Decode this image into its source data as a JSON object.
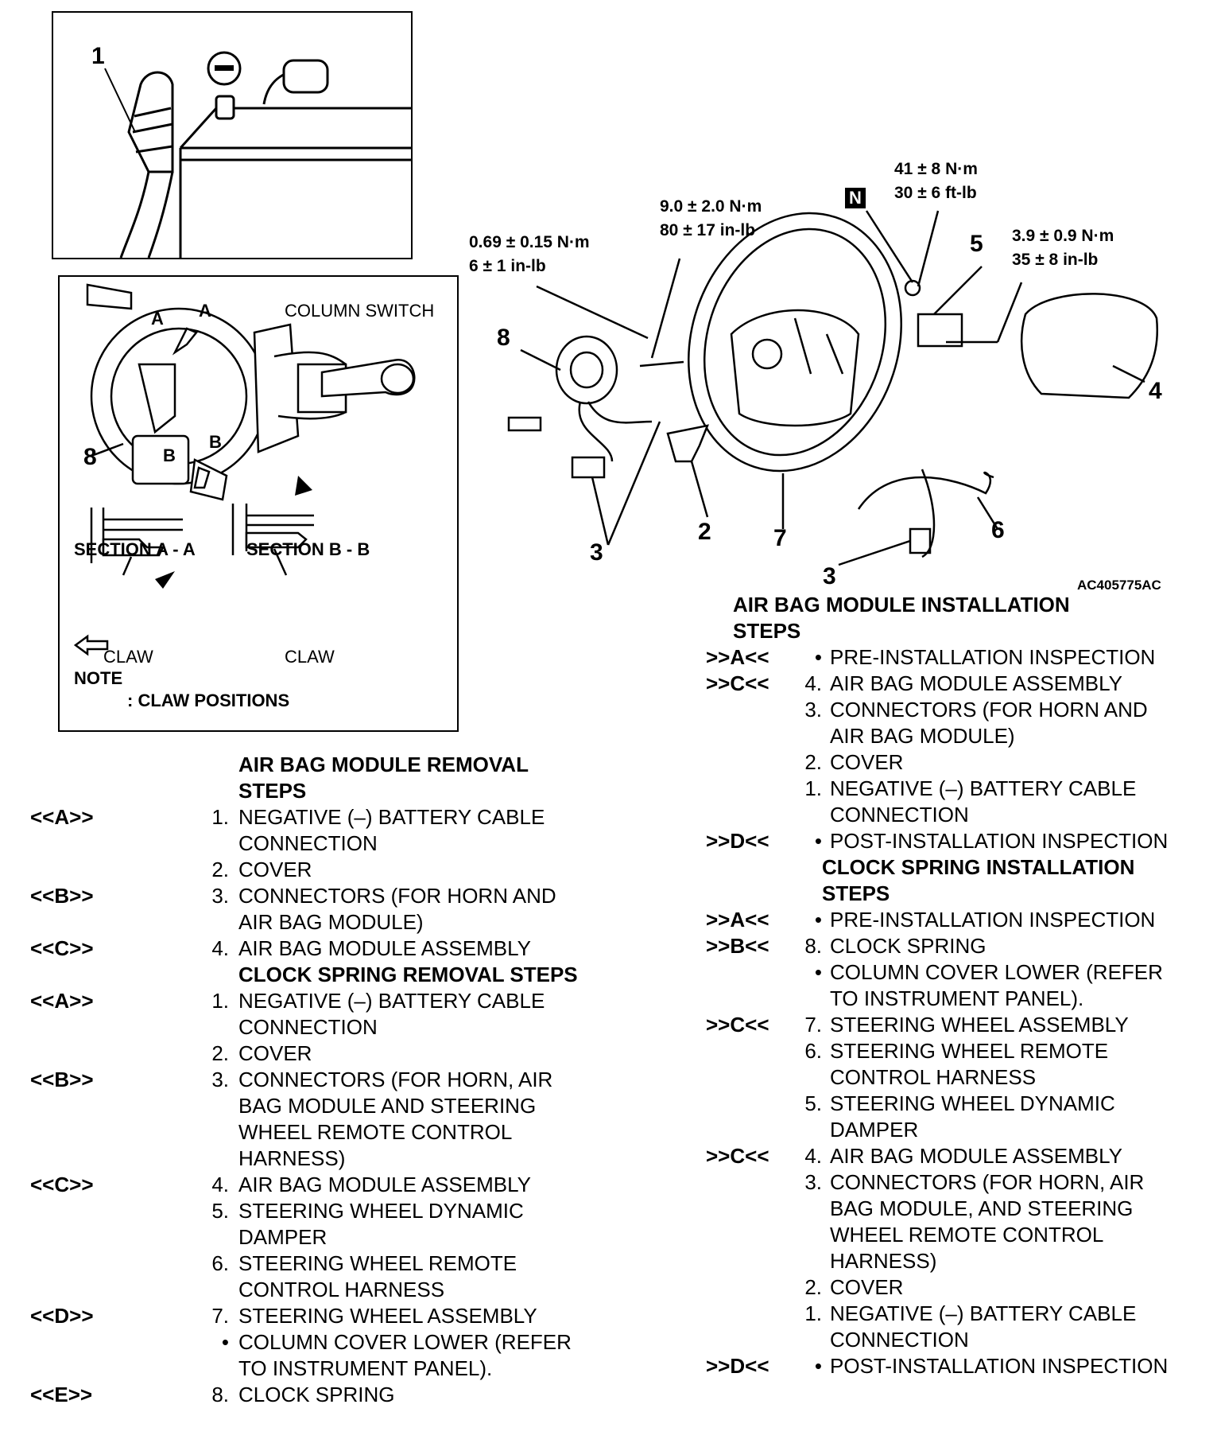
{
  "battery_panel": {
    "callout_1": "1",
    "minus_symbol": "−"
  },
  "switch_panel": {
    "column_switch_label": "COLUMN SWITCH",
    "marker_a1": "A",
    "marker_a2": "A",
    "marker_b1": "B",
    "marker_b2": "B",
    "callout_8": "8",
    "section_aa": "SECTION A - A",
    "section_bb": "SECTION B - B",
    "claw_1": "CLAW",
    "claw_2": "CLAW",
    "note": "NOTE",
    "claw_positions": ": CLAW POSITIONS"
  },
  "main_diagram": {
    "torques": {
      "t1": [
        "0.69 ± 0.15 N·m",
        "6 ± 1 in-lb"
      ],
      "t2": [
        "9.0 ± 2.0 N·m",
        "80 ± 17 in-lb"
      ],
      "t3": [
        "41 ± 8 N·m",
        "30 ± 6 ft-lb"
      ],
      "t4": [
        "3.9 ± 0.9 N·m",
        "35 ± 8 in-lb"
      ]
    },
    "n_badge": "N",
    "callouts": {
      "c8": "8",
      "c5": "5",
      "c4": "4",
      "c3a": "3",
      "c2": "2",
      "c7": "7",
      "c6": "6",
      "c3b": "3"
    },
    "figure_id": "AC405775AC"
  },
  "removal": {
    "air_bag": {
      "title_1": "AIR BAG MODULE REMOVAL",
      "title_2": "STEPS",
      "rows": [
        {
          "code": "<<A>>",
          "n": "1.",
          "t": "NEGATIVE (–) BATTERY CABLE"
        },
        {
          "code": "",
          "n": "",
          "t": "CONNECTION"
        },
        {
          "code": "",
          "n": "2.",
          "t": "COVER"
        },
        {
          "code": "<<B>>",
          "n": "3.",
          "t": "CONNECTORS (FOR HORN AND"
        },
        {
          "code": "",
          "n": "",
          "t": "AIR BAG MODULE)"
        },
        {
          "code": "<<C>>",
          "n": "4.",
          "t": "AIR BAG MODULE ASSEMBLY"
        }
      ]
    },
    "clock_spring": {
      "title": "CLOCK SPRING REMOVAL STEPS",
      "rows": [
        {
          "code": "<<A>>",
          "n": "1.",
          "t": "NEGATIVE (–) BATTERY CABLE"
        },
        {
          "code": "",
          "n": "",
          "t": "CONNECTION"
        },
        {
          "code": "",
          "n": "2.",
          "t": "COVER"
        },
        {
          "code": "<<B>>",
          "n": "3.",
          "t": "CONNECTORS (FOR HORN, AIR"
        },
        {
          "code": "",
          "n": "",
          "t": "BAG MODULE AND STEERING"
        },
        {
          "code": "",
          "n": "",
          "t": "WHEEL REMOTE CONTROL"
        },
        {
          "code": "",
          "n": "",
          "t": "HARNESS)"
        },
        {
          "code": "<<C>>",
          "n": "4.",
          "t": "AIR BAG MODULE ASSEMBLY"
        },
        {
          "code": "",
          "n": "5.",
          "t": "STEERING WHEEL DYNAMIC"
        },
        {
          "code": "",
          "n": "",
          "t": "DAMPER"
        },
        {
          "code": "",
          "n": "6.",
          "t": "STEERING WHEEL REMOTE"
        },
        {
          "code": "",
          "n": "",
          "t": "CONTROL HARNESS"
        },
        {
          "code": "<<D>>",
          "n": "7.",
          "t": "STEERING WHEEL ASSEMBLY"
        },
        {
          "code": "",
          "n": "•",
          "t": "COLUMN COVER LOWER (REFER"
        },
        {
          "code": "",
          "n": "",
          "t": "TO INSTRUMENT PANEL)."
        },
        {
          "code": "<<E>>",
          "n": "8.",
          "t": "CLOCK SPRING"
        }
      ]
    }
  },
  "installation": {
    "air_bag": {
      "title_1": "AIR BAG MODULE INSTALLATION",
      "title_2": "STEPS",
      "rows": [
        {
          "code": ">>A<<",
          "n": "•",
          "t": "PRE-INSTALLATION INSPECTION"
        },
        {
          "code": ">>C<<",
          "n": "4.",
          "t": "AIR BAG MODULE ASSEMBLY"
        },
        {
          "code": "",
          "n": "3.",
          "t": "CONNECTORS (FOR HORN AND"
        },
        {
          "code": "",
          "n": "",
          "t": "AIR BAG MODULE)"
        },
        {
          "code": "",
          "n": "2.",
          "t": "COVER"
        },
        {
          "code": "",
          "n": "1.",
          "t": "NEGATIVE (–) BATTERY CABLE"
        },
        {
          "code": "",
          "n": "",
          "t": "CONNECTION"
        },
        {
          "code": ">>D<<",
          "n": "•",
          "t": "POST-INSTALLATION INSPECTION"
        }
      ]
    },
    "clock_spring": {
      "title_1": "CLOCK SPRING INSTALLATION",
      "title_2": "STEPS",
      "rows": [
        {
          "code": ">>A<<",
          "n": "•",
          "t": "PRE-INSTALLATION INSPECTION"
        },
        {
          "code": ">>B<<",
          "n": "8.",
          "t": "CLOCK SPRING"
        },
        {
          "code": "",
          "n": "•",
          "t": "COLUMN COVER LOWER (REFER"
        },
        {
          "code": "",
          "n": "",
          "t": "TO INSTRUMENT PANEL)."
        },
        {
          "code": ">>C<<",
          "n": "7.",
          "t": "STEERING WHEEL ASSEMBLY"
        },
        {
          "code": "",
          "n": "6.",
          "t": "STEERING WHEEL REMOTE"
        },
        {
          "code": "",
          "n": "",
          "t": "CONTROL HARNESS"
        },
        {
          "code": "",
          "n": "5.",
          "t": "STEERING WHEEL DYNAMIC"
        },
        {
          "code": "",
          "n": "",
          "t": "DAMPER"
        },
        {
          "code": ">>C<<",
          "n": "4.",
          "t": "AIR BAG MODULE ASSEMBLY"
        },
        {
          "code": "",
          "n": "3.",
          "t": "CONNECTORS (FOR HORN, AIR"
        },
        {
          "code": "",
          "n": "",
          "t": "BAG MODULE, AND STEERING"
        },
        {
          "code": "",
          "n": "",
          "t": "WHEEL REMOTE CONTROL"
        },
        {
          "code": "",
          "n": "",
          "t": "HARNESS)"
        },
        {
          "code": "",
          "n": "2.",
          "t": "COVER"
        },
        {
          "code": "",
          "n": "1.",
          "t": "NEGATIVE (–) BATTERY CABLE"
        },
        {
          "code": "",
          "n": "",
          "t": "CONNECTION"
        },
        {
          "code": ">>D<<",
          "n": "•",
          "t": "POST-INSTALLATION INSPECTION"
        }
      ]
    }
  }
}
